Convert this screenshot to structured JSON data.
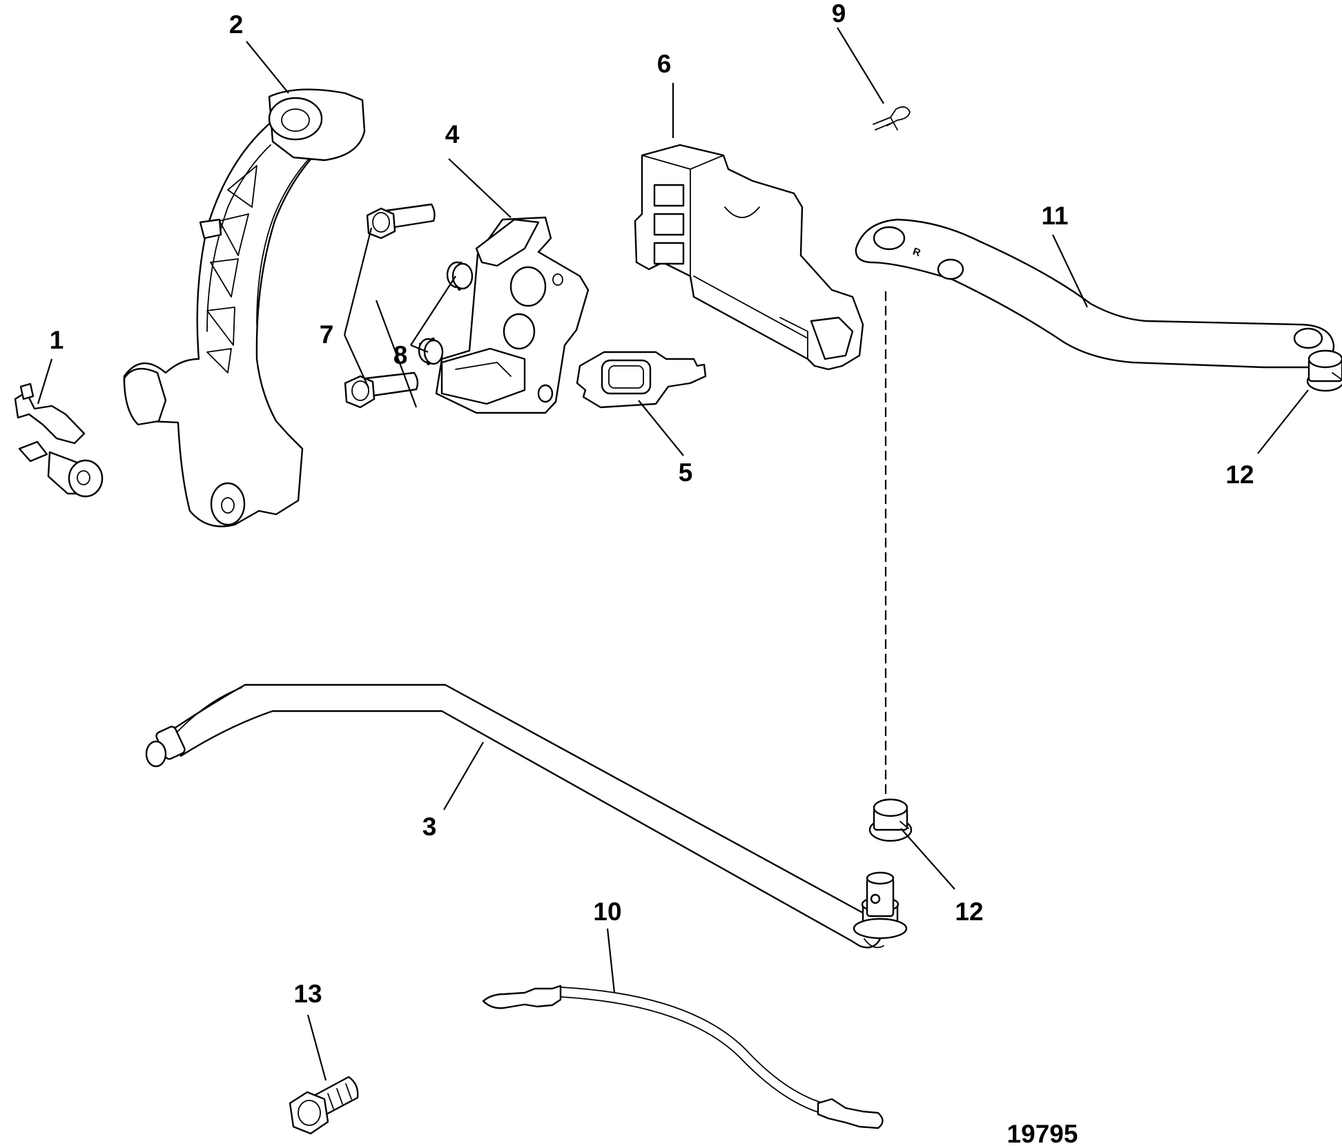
{
  "figure_number": "19795",
  "callouts": [
    {
      "id": "callout-1",
      "label": "1"
    },
    {
      "id": "callout-2",
      "label": "2"
    },
    {
      "id": "callout-3",
      "label": "3"
    },
    {
      "id": "callout-4",
      "label": "4"
    },
    {
      "id": "callout-5",
      "label": "5"
    },
    {
      "id": "callout-6",
      "label": "6"
    },
    {
      "id": "callout-7",
      "label": "7"
    },
    {
      "id": "callout-8",
      "label": "8"
    },
    {
      "id": "callout-9",
      "label": "9"
    },
    {
      "id": "callout-10",
      "label": "10"
    },
    {
      "id": "callout-11",
      "label": "11"
    },
    {
      "id": "callout-12a",
      "label": "12"
    },
    {
      "id": "callout-12b",
      "label": "12"
    },
    {
      "id": "callout-13",
      "label": "13"
    }
  ],
  "arm_stamp": "R"
}
